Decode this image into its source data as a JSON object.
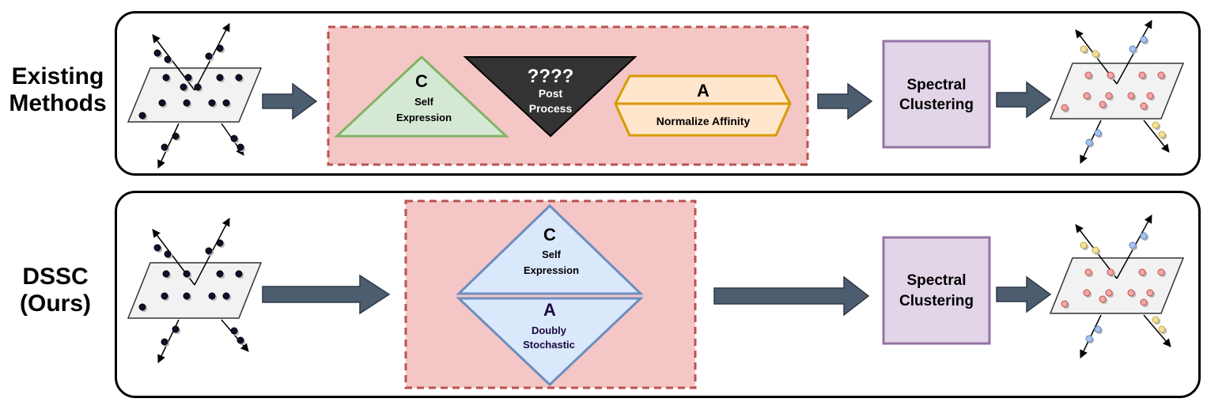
{
  "rows": {
    "top": {
      "label_line1": "Existing",
      "label_line2": "Methods",
      "self_expression": {
        "symbol": "C",
        "line1": "Self",
        "line2": "Expression"
      },
      "post_process": {
        "symbol": "????",
        "line1": "Post",
        "line2": "Process"
      },
      "normalize": {
        "symbol": "A",
        "line1": "Normalize Affinity"
      },
      "spectral": {
        "line1": "Spectral",
        "line2": "Clustering"
      }
    },
    "bottom": {
      "label_line1": "DSSC",
      "label_line2": "(Ours)",
      "self_expression": {
        "symbol": "C",
        "line1": "Self",
        "line2": "Expression"
      },
      "doubly": {
        "symbol": "A",
        "line1": "Doubly",
        "line2": "Stochastic"
      },
      "spectral": {
        "line1": "Spectral",
        "line2": "Clustering"
      }
    }
  },
  "colors": {
    "pink_region": "#f5c6c6",
    "pink_border": "#b85450",
    "green_fill": "#d5e8d4",
    "green_border": "#82b366",
    "dark_fill": "#333333",
    "orange_fill": "#ffe6cc",
    "orange_border": "#d79b00",
    "purple_fill": "#e1d5e7",
    "purple_border": "#9673a6",
    "blue_fill": "#dae8fc",
    "blue_border": "#6c8ebf",
    "arrow_fill": "#4d5d70",
    "point_dark": "#1a0a2e",
    "point_red": "#f4a6a6",
    "point_blue": "#a9c4ee",
    "point_yellow": "#f3e19a"
  }
}
